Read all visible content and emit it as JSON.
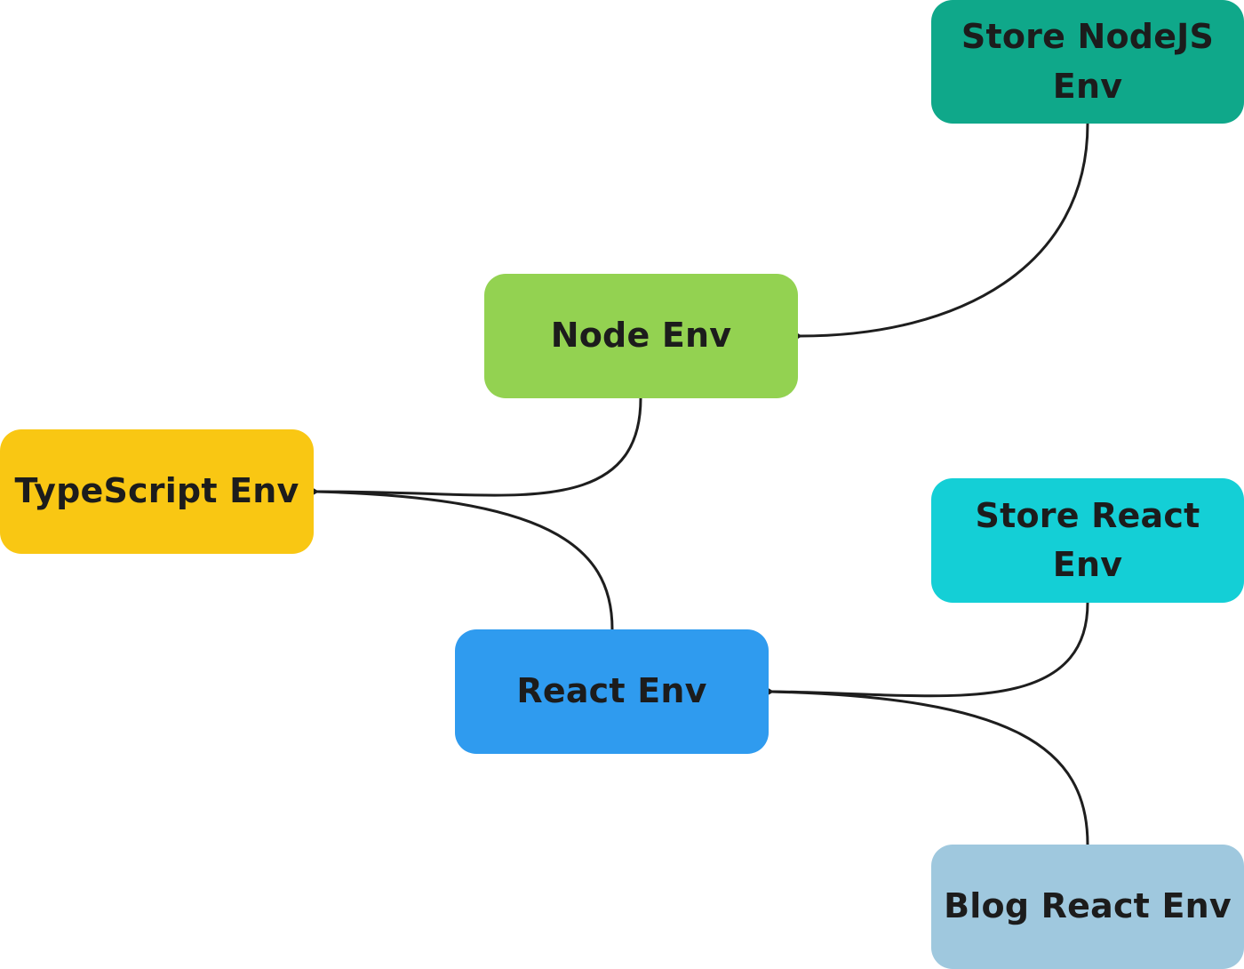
{
  "nodes": {
    "store_nodejs": {
      "label": "Store NodeJS Env",
      "color": "#0fa88a"
    },
    "node": {
      "label": "Node Env",
      "color": "#93d251"
    },
    "typescript": {
      "label": "TypeScript Env",
      "color": "#f9c713"
    },
    "store_react": {
      "label": "Store React Env",
      "color": "#14cfd6"
    },
    "react": {
      "label": "React Env",
      "color": "#2f9bef"
    },
    "blog_react": {
      "label": "Blog React Env",
      "color": "#9fc8de"
    }
  },
  "edges": [
    {
      "from": "Store NodeJS Env",
      "to": "Node Env"
    },
    {
      "from": "Node Env",
      "to": "TypeScript Env"
    },
    {
      "from": "React Env",
      "to": "TypeScript Env"
    },
    {
      "from": "Store React Env",
      "to": "React Env"
    },
    {
      "from": "Blog React Env",
      "to": "React Env"
    }
  ],
  "edge_color": "#1e1e1e"
}
